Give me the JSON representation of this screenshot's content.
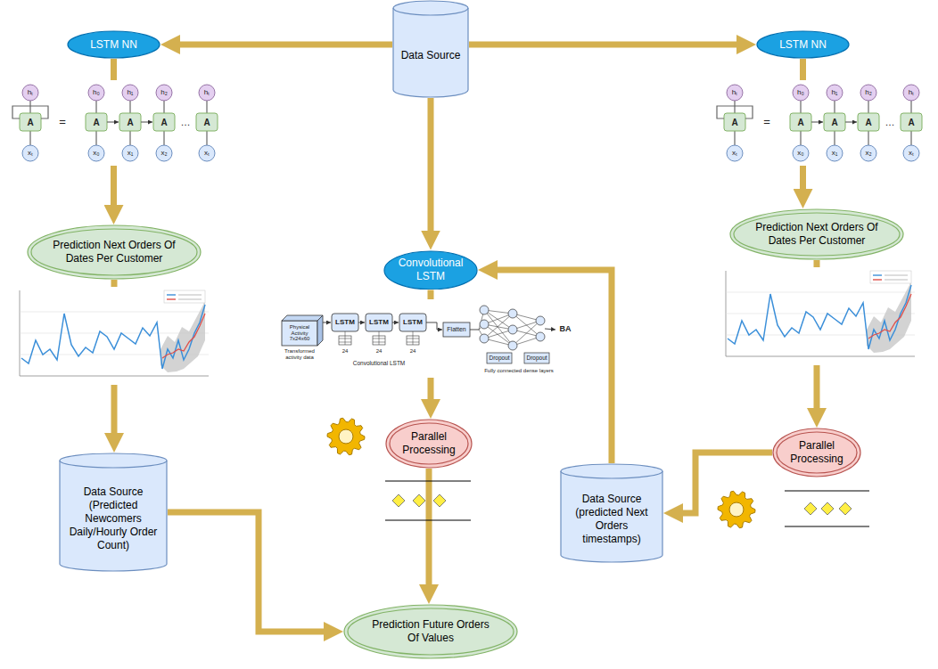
{
  "diagram": {
    "nodes": [
      {
        "text": [
          "Data Source"
        ]
      },
      {
        "text": [
          "LSTM NN"
        ]
      },
      {
        "text": [
          "LSTM NN"
        ]
      },
      {
        "text": [
          "Prediction Next Orders Of Dates Per Customer"
        ]
      },
      {
        "text": [
          "Prediction Next Orders Of Dates Per Customer"
        ]
      },
      {
        "text": [
          "Convolutional LSTM"
        ]
      },
      {
        "text": [
          "Parallel Processing"
        ]
      },
      {
        "text": [
          "Parallel Processing"
        ]
      },
      {
        "text": [
          "Data Source (Predicted Newcomers Daily/Hourly Order Count)"
        ]
      },
      {
        "text": [
          "Data Source (predicted Next Orders timestamps)"
        ]
      },
      {
        "text": [
          "Prediction Future Orders Of Values"
        ]
      }
    ],
    "edges": [
      {
        "from": 0,
        "to": 1,
        "arrow": "to"
      },
      {
        "from": 0,
        "to": 2,
        "arrow": "to"
      },
      {
        "from": 0,
        "to": 5,
        "arrow": "to"
      },
      {
        "from": 1,
        "to": 3,
        "arrow": "to"
      },
      {
        "from": 2,
        "to": 4,
        "arrow": "to"
      },
      {
        "from": 3,
        "to": 8,
        "arrow": "to"
      },
      {
        "from": 4,
        "to": 7,
        "arrow": "to"
      },
      {
        "from": 5,
        "to": 6,
        "arrow": "to"
      },
      {
        "from": 7,
        "to": 9,
        "arrow": "to"
      },
      {
        "from": 9,
        "to": 5,
        "arrow": "to"
      },
      {
        "from": 6,
        "to": 10,
        "arrow": "to"
      },
      {
        "from": 8,
        "to": 10,
        "arrow": "to"
      }
    ],
    "labels": [
      "hₜ",
      "A",
      "xₜ",
      "=",
      "h₀",
      "A",
      "x₀",
      "h₁",
      "A",
      "x₁",
      "h₂",
      "A",
      "x₂",
      "…",
      "hₜ",
      "A",
      "xₜ",
      "hₜ",
      "A",
      "xₜ",
      "=",
      "h₀",
      "A",
      "x₀",
      "h₁",
      "A",
      "x₁",
      "h₂",
      "A",
      "x₂",
      "…",
      "hₜ",
      "A",
      "xₜ",
      "Physical Activity 7x24x60",
      "Transformed activity data",
      "LSTM",
      "LSTM",
      "LSTM",
      "24",
      "24",
      "24",
      "Convolutional LSTM",
      "Flatten",
      "Dropout",
      "Dropout",
      "Fully connected dense layers",
      "BA"
    ]
  }
}
